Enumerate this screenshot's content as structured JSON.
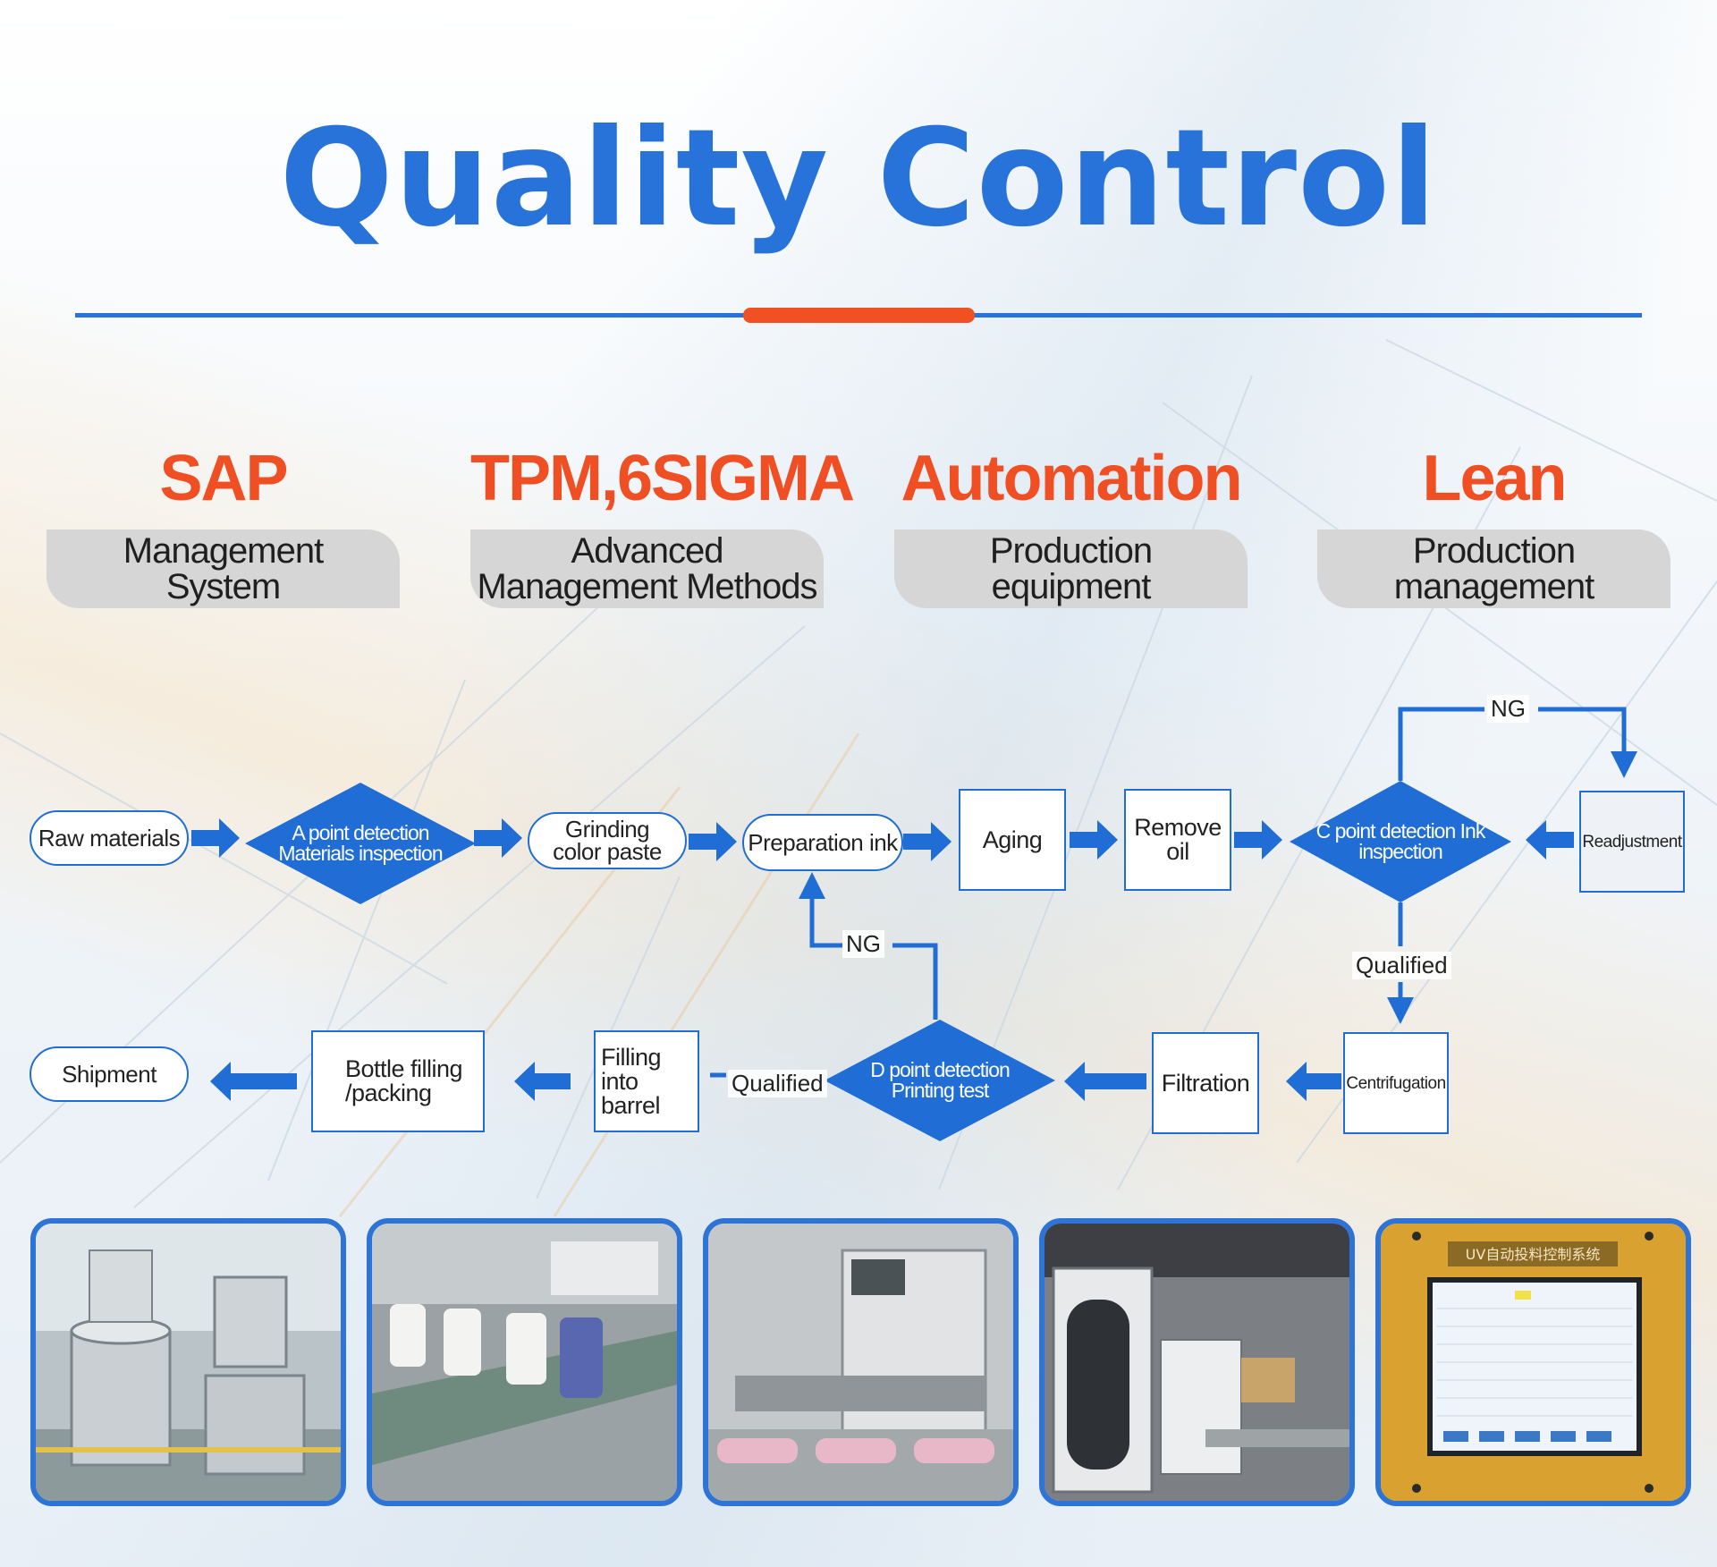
{
  "title": "Quality Control",
  "colors": {
    "blue": "#2873d9",
    "orange": "#f05022",
    "gray_pill": "#d6d6d6"
  },
  "pillars": [
    {
      "head": "SAP",
      "line1": "Management",
      "line2": "System"
    },
    {
      "head": "TPM,6SIGMA",
      "line1": "Advanced",
      "line2": "Management Methods"
    },
    {
      "head": "Automation",
      "line1": "Production",
      "line2": "equipment"
    },
    {
      "head": "Lean",
      "line1": "Production",
      "line2": "management"
    }
  ],
  "flow": {
    "raw_materials": "Raw materials",
    "a_point_l1": "A point detection",
    "a_point_l2": "Materials inspection",
    "grinding_l1": "Grinding",
    "grinding_l2": "color paste",
    "preparation_ink": "Preparation ink",
    "aging": "Aging",
    "remove_oil_l1": "Remove",
    "remove_oil_l2": "oil",
    "c_point_l1": "C point detection Ink",
    "c_point_l2": "inspection",
    "readjustment": "Readjustment",
    "ng_top": "NG",
    "qualified_right": "Qualified",
    "centrifugation": "Centrifugation",
    "filtration": "Filtration",
    "d_point_l1": "D point detection",
    "d_point_l2": "Printing test",
    "ng_mid": "NG",
    "qualified_mid": "Qualified",
    "filling_l1": "Filling",
    "filling_l2": "into barrel",
    "bottle_l1": "Bottle filling",
    "bottle_l2": "/packing",
    "shipment": "Shipment"
  },
  "photos": {
    "screen_caption": "UV自动投料控制系统"
  }
}
